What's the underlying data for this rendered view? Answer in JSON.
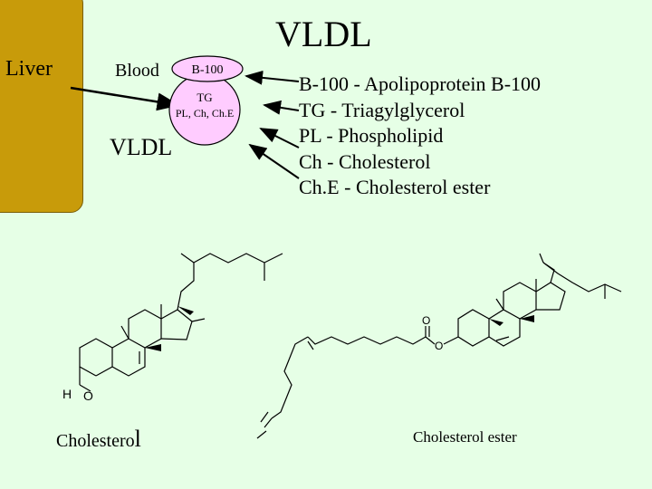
{
  "title": "VLDL",
  "liver": {
    "label": "Liver",
    "color": "#c89b0a"
  },
  "blood_label": "Blood",
  "vldl_label": "VLDL",
  "particle": {
    "apoprotein_label": "B-100",
    "core_label": "TG",
    "surface_label": "PL, Ch, Ch.E",
    "fill_color": "#ffccff"
  },
  "legend": [
    "B-100 - Apolipoprotein B-100",
    "TG - Triagylglycerol",
    "PL - Phospholipid",
    "Ch - Cholesterol",
    "Ch.E - Cholesterol ester"
  ],
  "structures": {
    "cholesterol": {
      "caption": "Cholestero",
      "caption_tail": "l",
      "hydroxyl_h": "H",
      "hydroxyl_o": "O"
    },
    "cholesterol_ester": {
      "caption": "Cholesterol ester",
      "carbonyl_o": "O",
      "ester_o": "O"
    }
  },
  "colors": {
    "background": "#e6ffe6",
    "particle": "#ffccff",
    "liver": "#c89b0a"
  }
}
